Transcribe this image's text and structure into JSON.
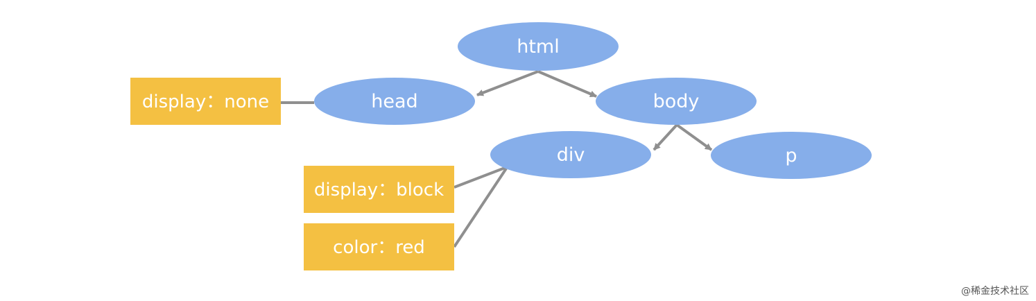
{
  "colors": {
    "node_fill": "#86aeea",
    "property_fill": "#f4c042",
    "edge": "#8f8f8f",
    "label_text": "#ffffff"
  },
  "nodes": {
    "html": "html",
    "head": "head",
    "body": "body",
    "div": "div",
    "p": "p"
  },
  "properties": {
    "head_display": "display：none",
    "div_display": "display：block",
    "div_color": "color：red"
  },
  "watermark": "@稀金技术社区"
}
